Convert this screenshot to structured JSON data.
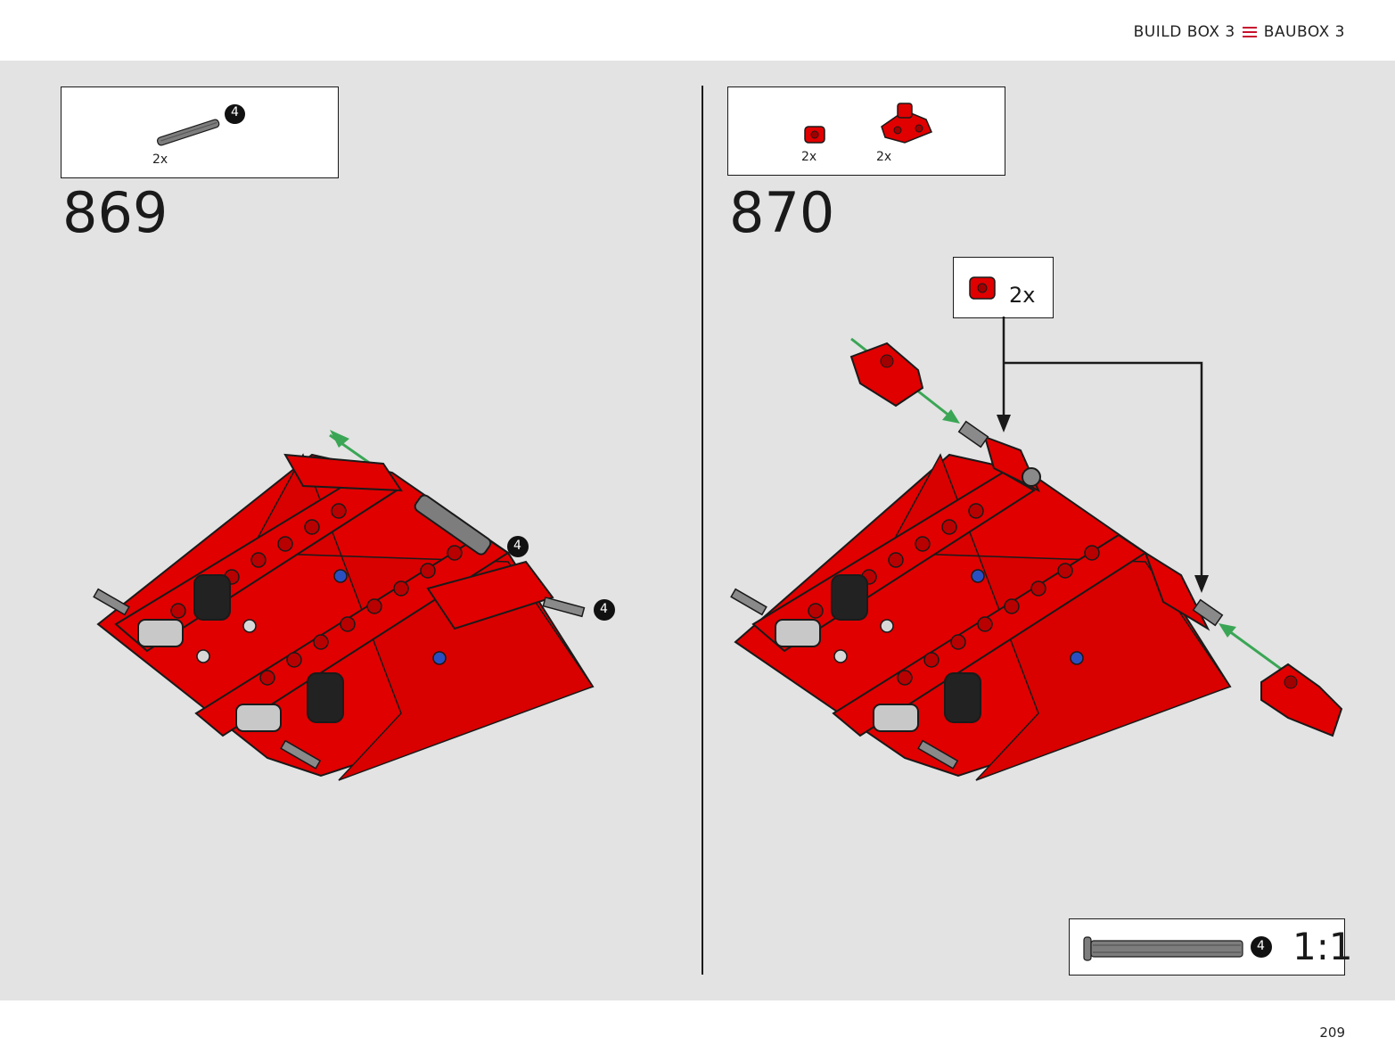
{
  "header": {
    "left_label": "BUILD BOX 3",
    "right_label": "BAUBOX 3",
    "accent_color": "#c8102e"
  },
  "steps": [
    {
      "number": "869",
      "parts": [
        {
          "icon": "grey-axle-4-icon",
          "length_badge": "4",
          "quantity": "2x"
        }
      ],
      "badges": [
        "4",
        "4"
      ]
    },
    {
      "number": "870",
      "parts": [
        {
          "icon": "red-bush-icon",
          "quantity": "2x"
        },
        {
          "icon": "red-connector-icon",
          "quantity": "2x"
        }
      ],
      "callout": {
        "icon": "red-bush-icon",
        "quantity": "2x"
      }
    }
  ],
  "scale_box": {
    "badge": "4",
    "label": "1:1"
  },
  "page_number": "209",
  "colors": {
    "red": "#e00000",
    "grey": "#8a8a8a",
    "arrow_green": "#3aa655",
    "background": "#e3e3e3"
  }
}
